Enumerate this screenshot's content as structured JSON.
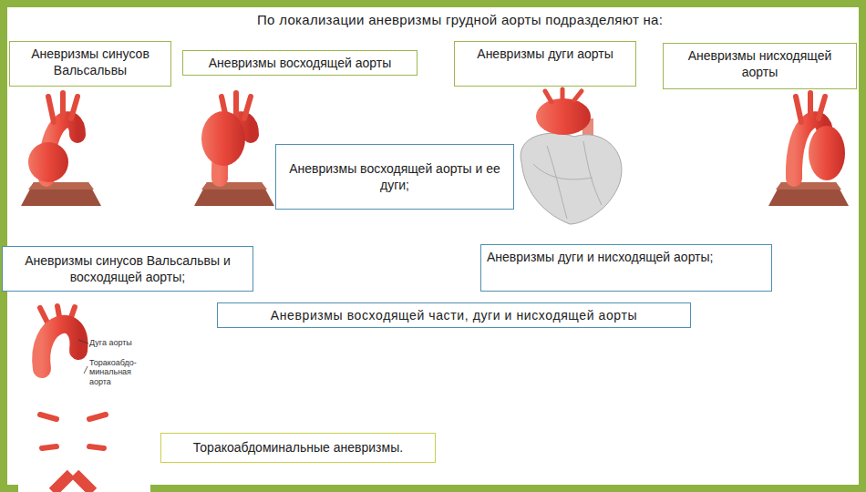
{
  "diagram": {
    "title": "По локализации аневризмы грудной аорты подразделяют на:",
    "nodes": [
      {
        "text": [
          "Аневризмы синусов Вальсальвы"
        ]
      },
      {
        "text": [
          "Аневризмы восходящей аорты"
        ]
      },
      {
        "text": [
          "Аневризмы дуги аорты"
        ]
      },
      {
        "text": [
          "Аневризмы нисходящей аорты"
        ]
      },
      {
        "text": [
          "Аневризмы восходящей аорты и ее дуги;"
        ]
      },
      {
        "text": [
          "Аневризмы синусов Вальсальвы и восходящей аорты;"
        ]
      },
      {
        "text": [
          "Аневризмы дуги и нисходящей аорты;"
        ]
      },
      {
        "text": [
          "Аневризмы восходящей части, дуги и нисходящей аорты"
        ]
      },
      {
        "text": [
          "Торакоабдоминальные аневризмы."
        ]
      }
    ],
    "labels": [
      "Дуга аорты",
      "Торакоабдо- минальная аорта"
    ]
  }
}
